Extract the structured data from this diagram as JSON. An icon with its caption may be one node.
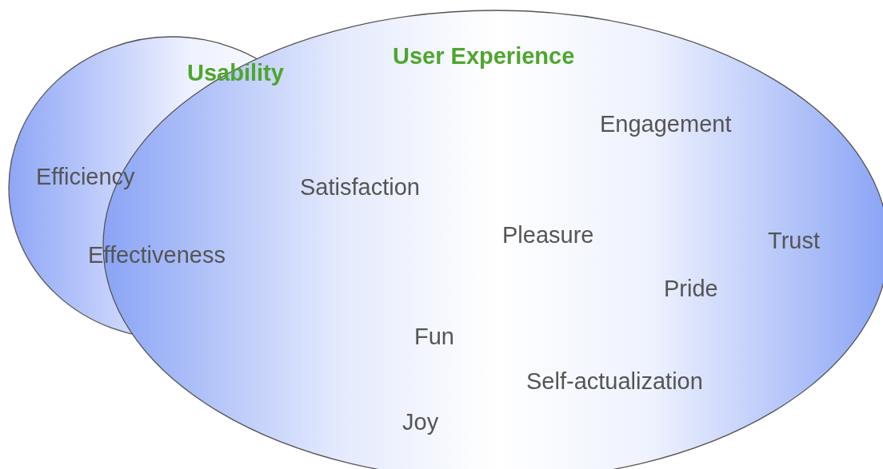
{
  "diagram": {
    "nodes": [
      {
        "text": [
          "Usability"
        ]
      },
      {
        "text": [
          "User Experience"
        ]
      }
    ],
    "labels": [
      "Efficiency",
      "Effectiveness",
      "Satisfaction",
      "Engagement",
      "Pleasure",
      "Trust",
      "Pride",
      "Fun",
      "Self-actualization",
      "Joy"
    ]
  }
}
